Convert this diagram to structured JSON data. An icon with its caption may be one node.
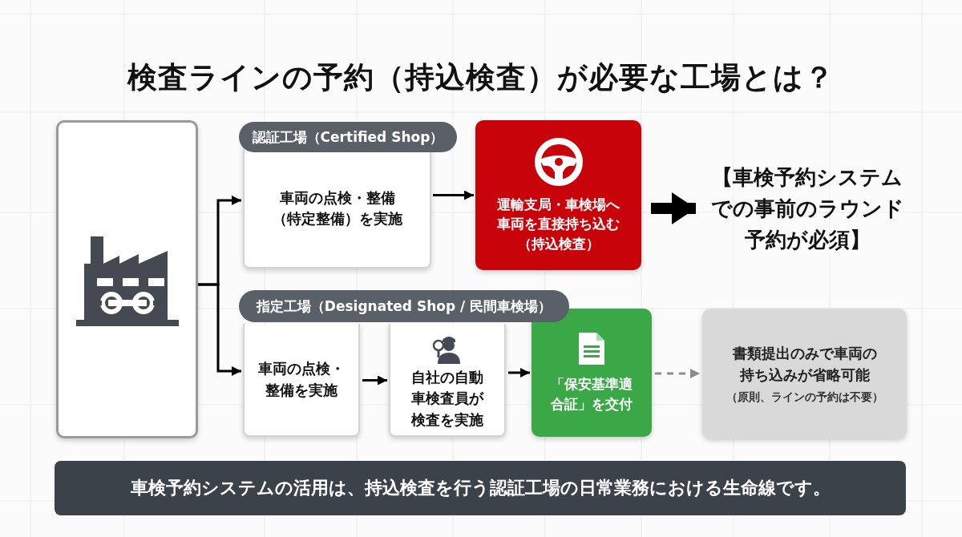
{
  "diagram": {
    "title": "検査ラインの予約（持込検査）が必要な工場とは？",
    "nodes": [
      {
        "text": [],
        "shape": "box"
      },
      {
        "text": [
          "認証工場（Certified Shop）",
          "車両の点検・整備（特定整備）を実施"
        ]
      },
      {
        "text": [
          "運輸支局・車検場へ車両を直接持ち込む（持込検査）"
        ]
      },
      {
        "text": [
          "【車検予約システムでの事前のラウンド予約が必須】"
        ]
      },
      {
        "text": [
          "指定工場（Designated Shop / 民間車検場）"
        ]
      },
      {
        "text": [
          "車両の点検・整備を実施"
        ]
      },
      {
        "text": [
          "自社の自動車検査員が検査を実施"
        ]
      },
      {
        "text": [
          "「保安基準適合証」を交付"
        ]
      },
      {
        "text": [
          "書類提出のみで車両の持ち込みが省略可能",
          "（原則、ラインの予約は不要）"
        ]
      },
      {
        "text": [
          "車検予約システムの活用は、持込検査を行う認証工場の日常業務における生命線です。"
        ]
      }
    ],
    "edges": [
      {
        "from": 0,
        "to": 1,
        "arrow": "to"
      },
      {
        "from": 0,
        "to": 5,
        "arrow": "to"
      },
      {
        "from": 1,
        "to": 2,
        "arrow": "to"
      },
      {
        "from": 2,
        "to": 3,
        "arrow": "to",
        "style": "thick"
      },
      {
        "from": 5,
        "to": 6,
        "arrow": "to"
      },
      {
        "from": 6,
        "to": 7,
        "arrow": "to"
      },
      {
        "from": 7,
        "to": 8,
        "arrow": "to",
        "style": "dashed",
        "color": "#8c8c8c"
      }
    ]
  }
}
